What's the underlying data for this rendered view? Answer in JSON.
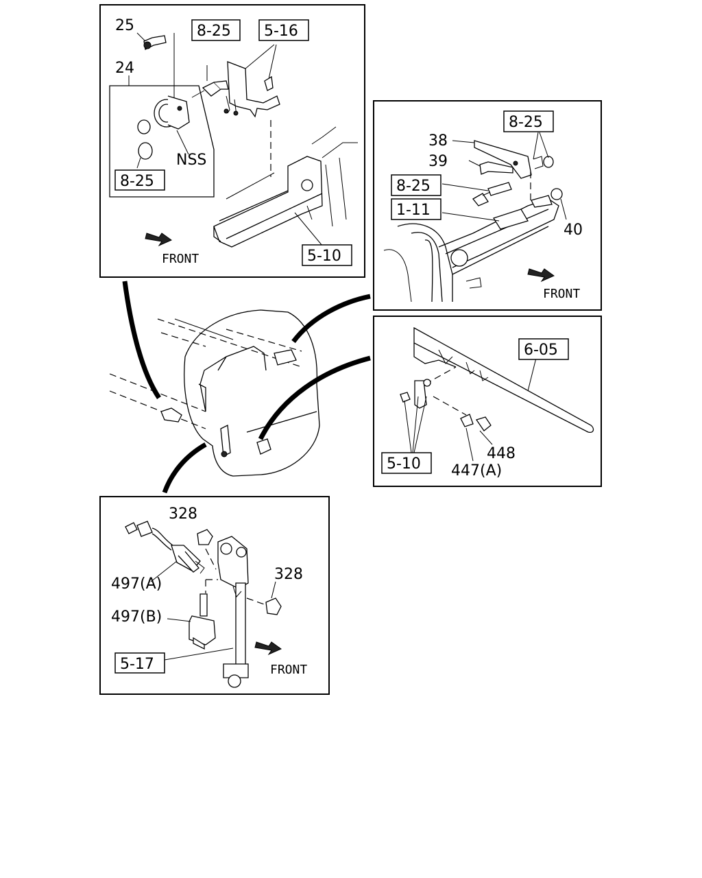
{
  "labels": {
    "tl_25": "25",
    "tl_24": "24",
    "tl_825a": "8-25",
    "tl_516": "5-16",
    "tl_nss": "NSS",
    "tl_825b": "8-25",
    "tl_front": "FRONT",
    "tl_510": "5-10",
    "tr_825": "8-25",
    "tr_38": "38",
    "tr_39": "39",
    "tr_825b": "8-25",
    "tr_111": "1-11",
    "tr_40": "40",
    "tr_front": "FRONT",
    "mr_605": "6-05",
    "mr_510": "5-10",
    "mr_448": "448",
    "mr_447": "447(A)",
    "bl_328a": "328",
    "bl_328b": "328",
    "bl_497a": "497(A)",
    "bl_497b": "497(B)",
    "bl_517": "5-17",
    "bl_front": "FRONT"
  },
  "icons": [
    "front-arrow-icon"
  ]
}
